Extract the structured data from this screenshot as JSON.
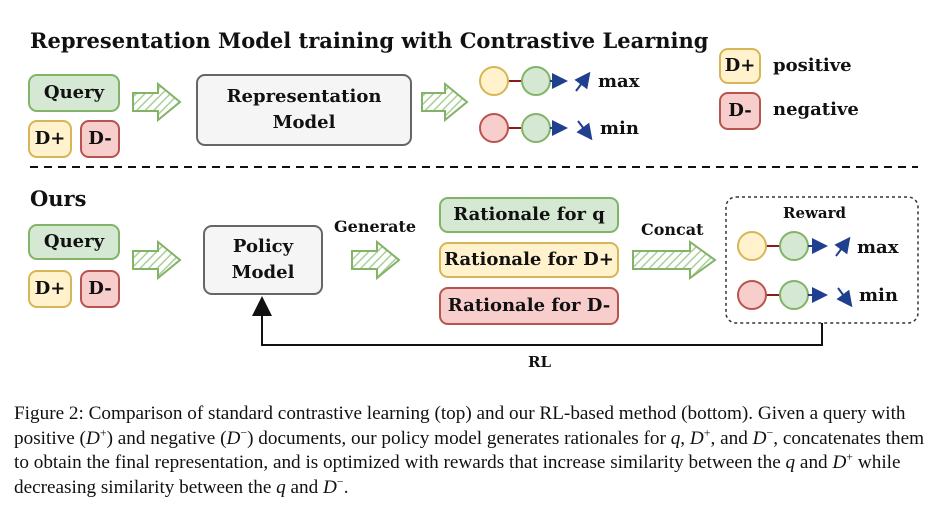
{
  "top": {
    "title": "Representation Model training with Contrastive Learning",
    "query": "Query",
    "d_plus": "D+",
    "d_minus": "D-",
    "model_line1": "Representation",
    "model_line2": "Model",
    "max": "max",
    "min": "min"
  },
  "legend": {
    "d_plus": "D+",
    "positive": "positive",
    "d_minus": "D-",
    "negative": "negative"
  },
  "bottom": {
    "title": "Ours",
    "query": "Query",
    "d_plus": "D+",
    "d_minus": "D-",
    "policy_line1": "Policy",
    "policy_line2": "Model",
    "generate": "Generate",
    "rationale_q": "Rationale for q",
    "rationale_dplus": "Rationale for D+",
    "rationale_dminus": "Rationale for D-",
    "concat": "Concat",
    "reward": "Reward",
    "max": "max",
    "min": "min",
    "rl": "RL"
  },
  "caption": {
    "label": "Figure 2:",
    "p1": "Comparison of standard contrastive learning (top) and our RL-based method (bottom). Given a query with positive (",
    "p2": ") and negative (",
    "p3": ") documents, our policy model generates rationales for ",
    "p4": ", ",
    "p5": ", and ",
    "p6": ", concatenates them to obtain the final representation, and is optimized with rewards that increase similarity between the ",
    "p7": " and ",
    "p8": " while decreasing similarity between the ",
    "p9": " and ",
    "p10": ".",
    "D": "D",
    "plus": "+",
    "minus": "−",
    "q": "q"
  },
  "colors": {
    "green_fill": "#d5e8d4",
    "green_border": "#82b366",
    "yellow_fill": "#fff2cc",
    "yellow_border": "#d6b656",
    "red_fill": "#f8cecc",
    "red_border": "#b85450",
    "gray_fill": "#f5f5f5",
    "gray_border": "#666666",
    "arrow_blue": "#1f3f8f",
    "connector_red": "#8b1a1a"
  }
}
